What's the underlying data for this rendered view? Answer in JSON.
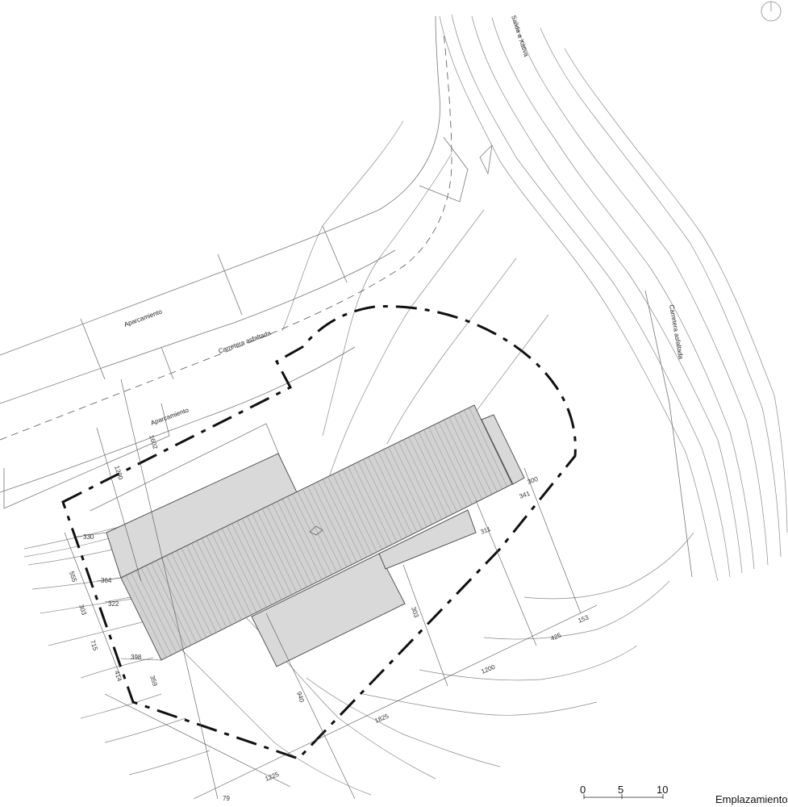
{
  "drawing": {
    "title": "Emplazamiento",
    "labels": {
      "salida": "Salida a Xàtiva",
      "aparcamiento_1": "Aparcamiento",
      "aparcamiento_2": "Aparcamiento",
      "carretera_1": "Carretera asfaltada",
      "carretera_2": "Carretera asfaltada"
    },
    "dimensions": [
      "1602",
      "1200",
      "330",
      "364",
      "322",
      "398",
      "414",
      "359",
      "300",
      "341",
      "311",
      "303",
      "940",
      "1225",
      "1825",
      "1200",
      "425",
      "153",
      "555",
      "303",
      "715",
      "79"
    ],
    "scale": {
      "ticks": [
        "0",
        "5",
        "10"
      ]
    },
    "icons": {
      "north": "north-arrow-icon"
    }
  }
}
